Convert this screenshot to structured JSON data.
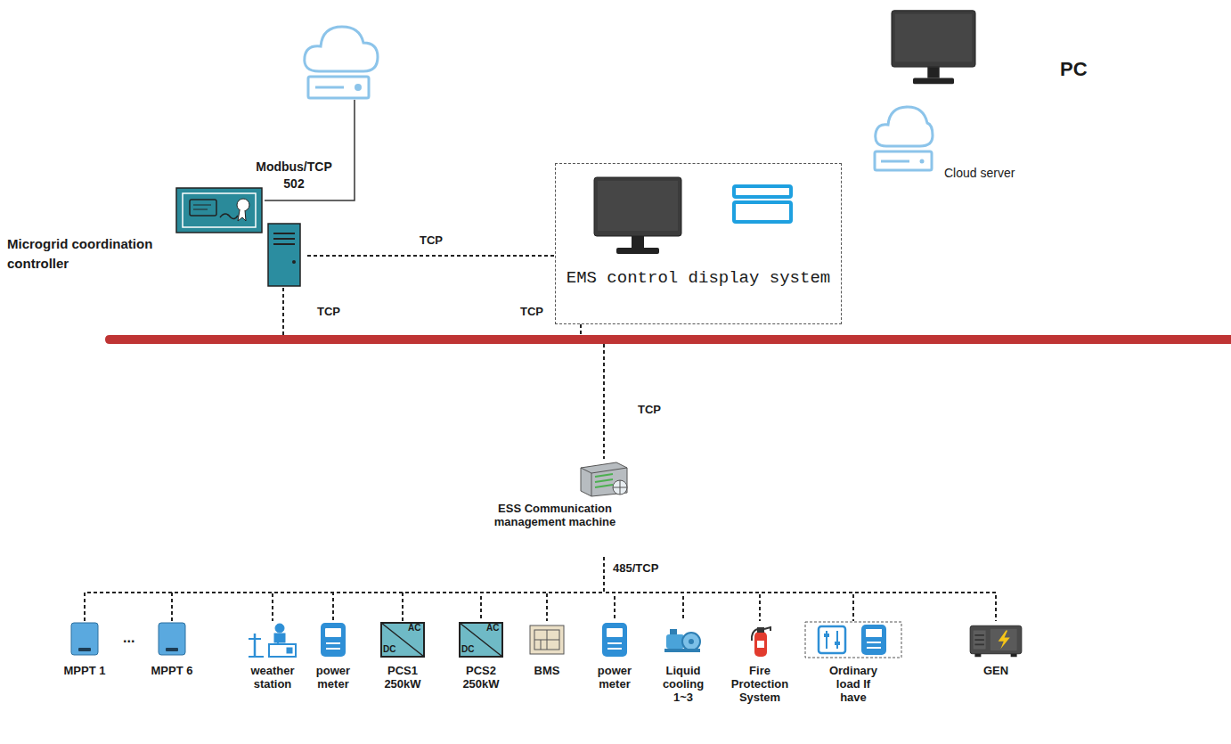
{
  "diagram": {
    "nodes": [
      {
        "text": [
          "Microgrid coordination controller"
        ]
      },
      {
        "text": [
          "EMS control display system"
        ]
      },
      {
        "text": [
          "PC"
        ]
      },
      {
        "text": [
          "Cloud server"
        ]
      },
      {
        "text": [
          "ESS Communication management machine"
        ]
      },
      {
        "text": [
          "MPPT 1"
        ]
      },
      {
        "text": [
          "MPPT 6"
        ]
      },
      {
        "text": [
          "weather station"
        ]
      },
      {
        "text": [
          "power meter"
        ]
      },
      {
        "text": [
          "PCS1 250kW"
        ]
      },
      {
        "text": [
          "PCS2 250kW"
        ]
      },
      {
        "text": [
          "BMS"
        ]
      },
      {
        "text": [
          "power meter"
        ]
      },
      {
        "text": [
          "Liquid cooling 1~3"
        ]
      },
      {
        "text": [
          "Fire Protection System"
        ]
      },
      {
        "text": [
          "Ordinary load If have"
        ]
      },
      {
        "text": [
          "GEN"
        ]
      }
    ],
    "edges": [
      {
        "from": 0,
        "to": 1,
        "label": "TCP",
        "arrow": "none"
      },
      {
        "from": 4,
        "to": 5,
        "arrow": "none"
      },
      {
        "from": 4,
        "to": 6,
        "arrow": "none"
      },
      {
        "from": 4,
        "to": 7,
        "arrow": "none"
      },
      {
        "from": 4,
        "to": 8,
        "arrow": "none"
      },
      {
        "from": 4,
        "to": 9,
        "arrow": "none"
      },
      {
        "from": 4,
        "to": 10,
        "arrow": "none"
      },
      {
        "from": 4,
        "to": 11,
        "arrow": "none"
      },
      {
        "from": 4,
        "to": 12,
        "arrow": "none"
      },
      {
        "from": 4,
        "to": 13,
        "arrow": "none"
      },
      {
        "from": 4,
        "to": 14,
        "arrow": "none"
      },
      {
        "from": 4,
        "to": 15,
        "arrow": "none"
      },
      {
        "from": 4,
        "to": 16,
        "arrow": "none"
      }
    ],
    "labels": [
      "Modbus/TCP 502",
      "TCP",
      "TCP",
      "TCP",
      "485/TCP",
      "...",
      "AC",
      "DC",
      "AC",
      "DC"
    ]
  }
}
